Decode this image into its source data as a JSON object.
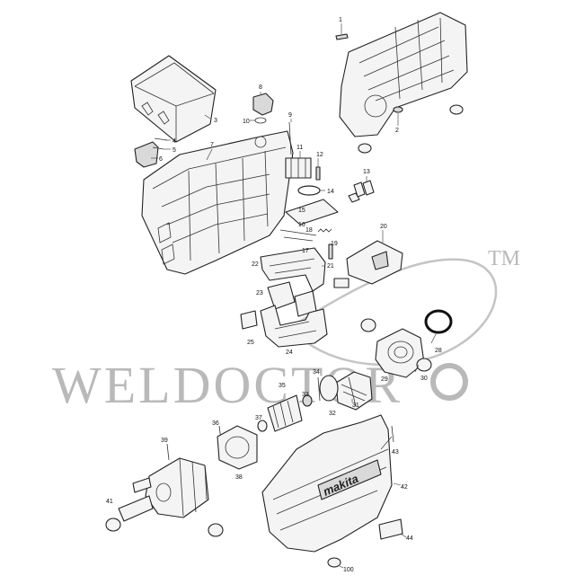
{
  "watermark": {
    "text": "WELDOCTOR",
    "trademark": "TM"
  },
  "brand_label": "makita",
  "callouts": [
    "1",
    "2",
    "3",
    "4",
    "5",
    "6",
    "7",
    "8",
    "9",
    "10",
    "11",
    "12",
    "13",
    "14",
    "15",
    "16",
    "17",
    "18",
    "19",
    "20",
    "21",
    "22",
    "23",
    "24",
    "25",
    "28",
    "29",
    "30",
    "31",
    "32",
    "33",
    "34",
    "35",
    "36",
    "37",
    "38",
    "39",
    "41",
    "42",
    "43",
    "44",
    "100"
  ],
  "colors": {
    "line": "#222222",
    "part_fill": "#f4f4f4",
    "watermark": "#b9b9b9"
  }
}
